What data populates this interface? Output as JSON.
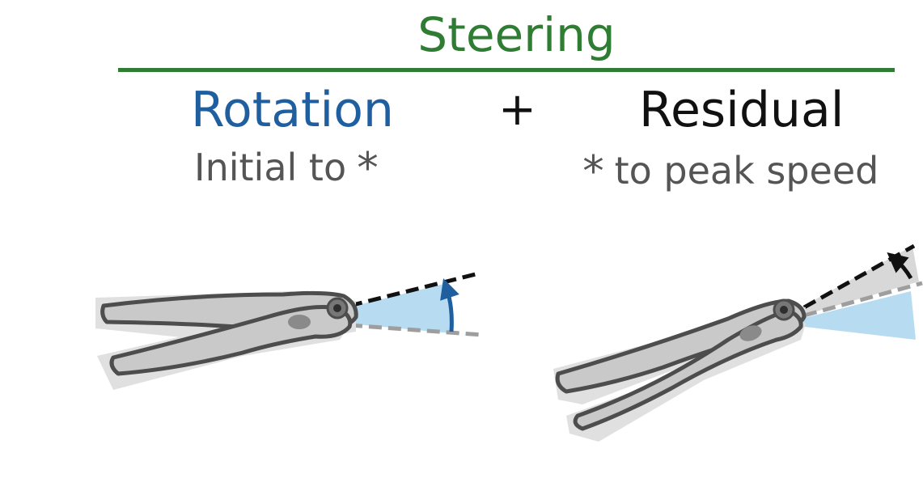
{
  "colors": {
    "steering": "#2f7d32",
    "rotation": "#1f5fa0",
    "residual": "#111111",
    "subtitle": "#555555",
    "rule": "#2f7d32",
    "wedge": "#b7dcf2",
    "wedge_gray": "#d8d8d8",
    "fish_body": "#c9c9c9",
    "fish_outline": "#4d4d4d",
    "fish_shadow": "#e0e0e0",
    "dash_black": "#111111",
    "dash_gray": "#9e9e9e",
    "arrow_blue": "#1f5fa0"
  },
  "header": {
    "title": "Steering"
  },
  "columns": {
    "rotation": {
      "label": "Rotation",
      "subtitle": "Initial to",
      "marker": "*"
    },
    "operator": "+",
    "residual": {
      "label": "Residual",
      "subtitle": "to peak speed",
      "marker": "*"
    }
  },
  "icons": [
    "fish-illustration",
    "direction-arrow-icon",
    "angle-wedge"
  ]
}
